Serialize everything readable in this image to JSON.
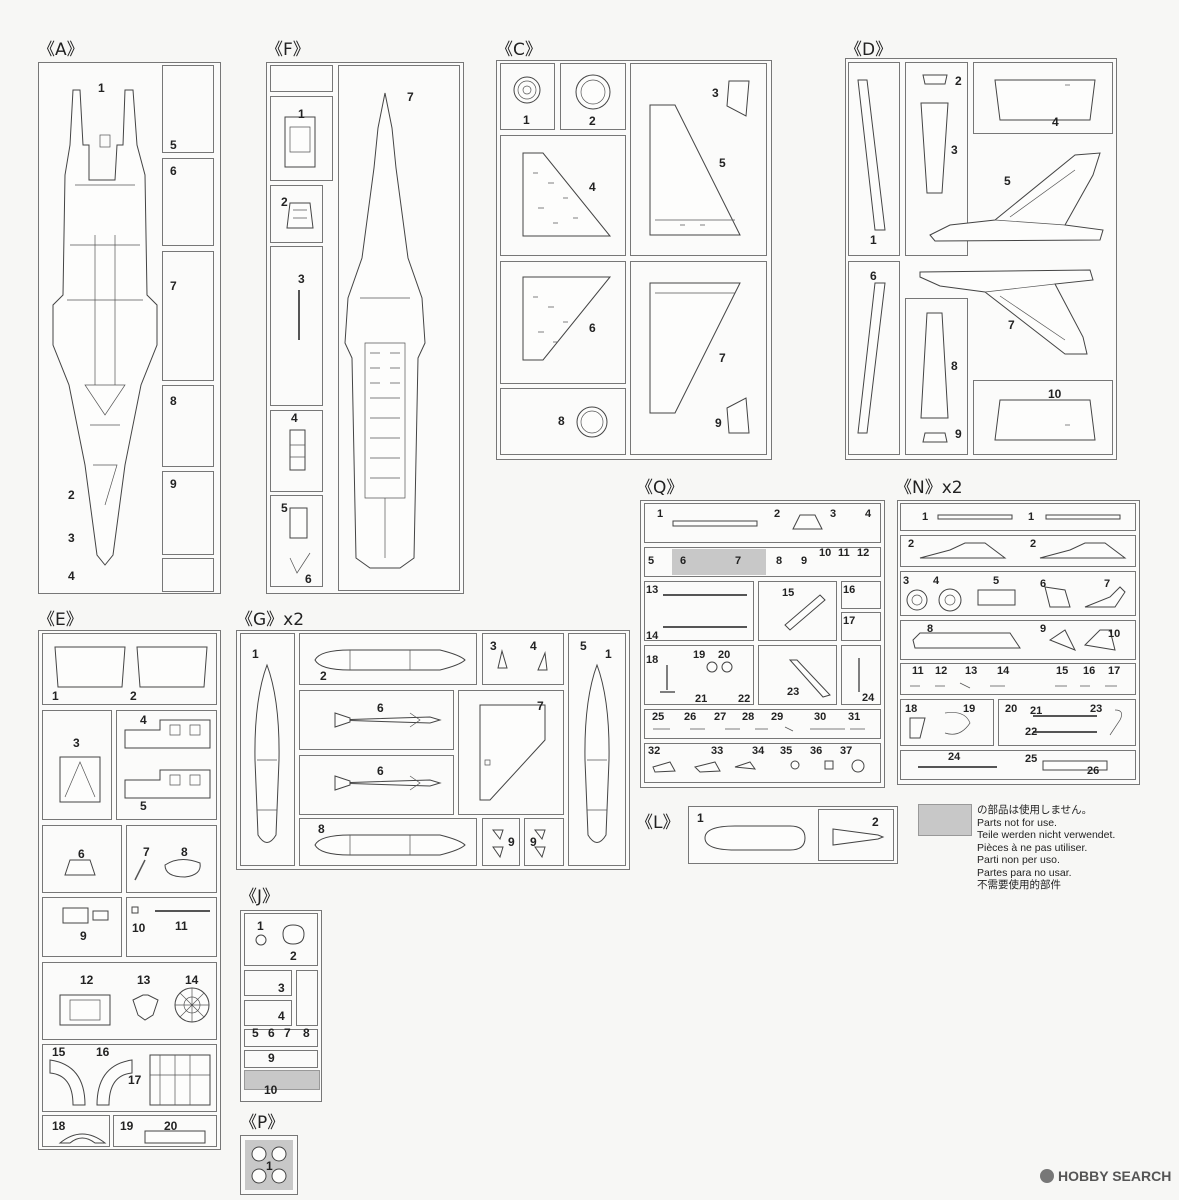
{
  "sprues": {
    "A": "《A》",
    "F": "《F》",
    "C": "《C》",
    "D": "《D》",
    "E": "《E》",
    "G": "《G》x2",
    "Q": "《Q》",
    "N": "《N》x2",
    "J": "《J》",
    "L": "《L》",
    "P": "《P》"
  },
  "legend": {
    "lines": [
      "の部品は使用しません。",
      "Parts not for use.",
      "Teile werden nicht verwendet.",
      "Pièces à ne pas utiliser.",
      "Parti non per uso.",
      "Partes para no usar.",
      "不需要使用的部件"
    ],
    "swatch_color": "#c8c8c8"
  },
  "watermark": "HOBBY SEARCH",
  "part_numbers": {
    "A": [
      "1",
      "2",
      "3",
      "4",
      "5",
      "6",
      "7",
      "8",
      "9"
    ],
    "F": [
      "1",
      "2",
      "3",
      "4",
      "5",
      "6",
      "7"
    ],
    "C": [
      "1",
      "2",
      "3",
      "4",
      "5",
      "6",
      "7",
      "8",
      "9"
    ],
    "D": [
      "1",
      "2",
      "3",
      "4",
      "5",
      "6",
      "7",
      "8",
      "9",
      "10"
    ],
    "E": [
      "1",
      "2",
      "3",
      "4",
      "5",
      "6",
      "7",
      "8",
      "9",
      "10",
      "11",
      "12",
      "13",
      "14",
      "15",
      "16",
      "17",
      "18",
      "19",
      "20"
    ],
    "G": [
      "1",
      "2",
      "3",
      "4",
      "5",
      "6",
      "7",
      "8",
      "9"
    ],
    "Q": [
      "1",
      "2",
      "3",
      "4",
      "5",
      "6",
      "7",
      "8",
      "9",
      "10",
      "11",
      "12",
      "13",
      "14",
      "15",
      "16",
      "17",
      "18",
      "19",
      "20",
      "21",
      "22",
      "23",
      "24",
      "25",
      "26",
      "27",
      "28",
      "29",
      "30",
      "31",
      "32",
      "33",
      "34",
      "35",
      "36",
      "37"
    ],
    "N": [
      "1",
      "2",
      "3",
      "4",
      "5",
      "6",
      "7",
      "8",
      "9",
      "10",
      "11",
      "12",
      "13",
      "14",
      "15",
      "16",
      "17",
      "18",
      "19",
      "20",
      "21",
      "22",
      "23",
      "24",
      "25",
      "26"
    ],
    "J": [
      "1",
      "2",
      "3",
      "4",
      "5",
      "6",
      "7",
      "8",
      "9",
      "10"
    ],
    "L": [
      "1",
      "2"
    ],
    "P": [
      "1"
    ]
  }
}
